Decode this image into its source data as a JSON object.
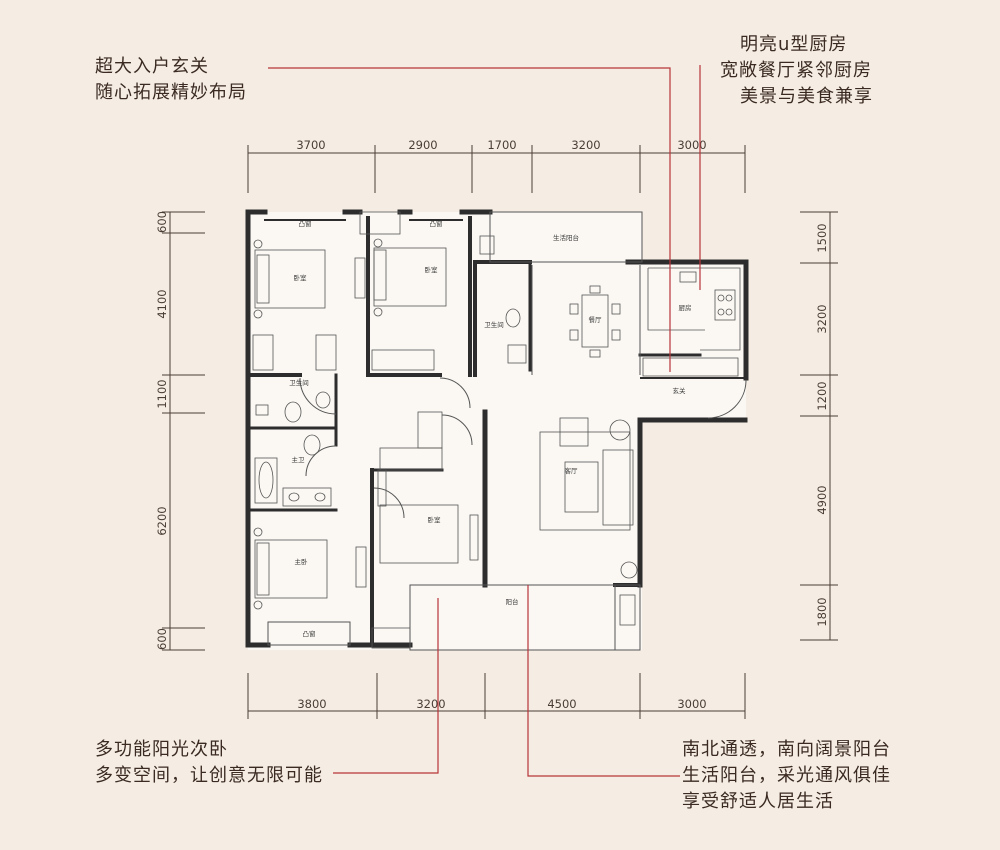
{
  "callouts": {
    "entry": [
      "超大入户玄关",
      "随心拓展精妙布局"
    ],
    "kitchen": [
      "明亮u型厨房",
      "宽敞餐厅紧邻厨房",
      "美景与美食兼享"
    ],
    "bedroom": [
      "多功能阳光次卧",
      "多变空间，让创意无限可能"
    ],
    "balcony": [
      "南北通透，南向阔景阳台",
      "生活阳台，采光通风俱佳",
      "享受舒适人居生活"
    ]
  },
  "dimensions": {
    "top": [
      "3700",
      "2900",
      "1700",
      "3200",
      "3000"
    ],
    "bottom": [
      "3800",
      "3200",
      "4500",
      "3000"
    ],
    "left": [
      "600",
      "4100",
      "1100",
      "6200",
      "600"
    ],
    "right": [
      "1500",
      "3200",
      "1200",
      "4900",
      "1800"
    ]
  },
  "rooms": {
    "bay_window_1": "凸窗",
    "bay_window_2": "凸窗",
    "bay_window_3": "凸窗",
    "bedroom_1": "卧室",
    "bedroom_2": "卧室",
    "bedroom_3": "卧室",
    "master_bedroom": "主卧",
    "master_bath": "主卫",
    "bathroom_1": "卫生间",
    "bathroom_2": "卫生间",
    "living_balcony": "生活阳台",
    "dining": "餐厅",
    "kitchen": "厨房",
    "foyer": "玄关",
    "living_room": "客厅",
    "balcony": "阳台"
  },
  "colors": {
    "background": "#f5ede3",
    "wall": "#2d2d2d",
    "leader_line": "#b8353a",
    "dimension_line": "#4a3d36"
  }
}
